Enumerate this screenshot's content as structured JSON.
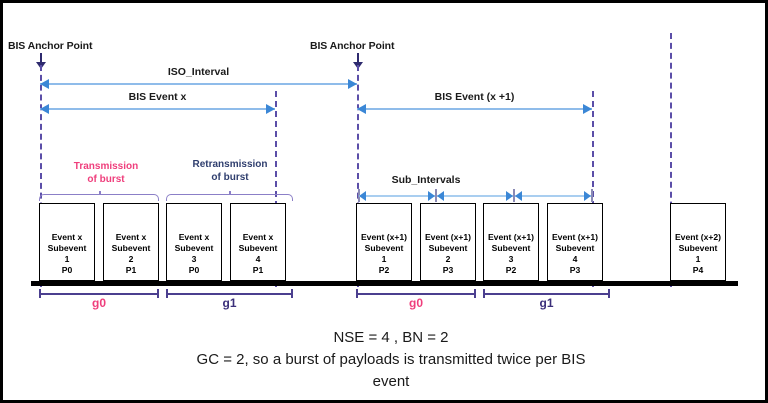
{
  "diagram": {
    "anchor_points": [
      {
        "label": "BIS Anchor Point"
      },
      {
        "label": "BIS Anchor Point"
      }
    ],
    "intervals": [
      {
        "name": "iso-interval",
        "label": "ISO_Interval"
      },
      {
        "name": "bis-event-x",
        "label": "BIS Event x"
      },
      {
        "name": "bis-event-x-plus-1",
        "label": "BIS Event (x +1)"
      },
      {
        "name": "sub-intervals",
        "label": "Sub_Intervals"
      }
    ],
    "burst_labels": [
      {
        "line1": "Transmission",
        "line2": "of burst",
        "color": "#ef3e7c"
      },
      {
        "line1": "Retransmission",
        "line2": "of burst",
        "color": "#2f3e6e"
      }
    ],
    "gaps": [
      {
        "label": "g0",
        "color": "#ef3e7c"
      },
      {
        "label": "g1",
        "color": "#3b2f7a"
      },
      {
        "label": "g0",
        "color": "#ef3e7c"
      },
      {
        "label": "g1",
        "color": "#3b2f7a"
      }
    ],
    "subevents": [
      {
        "event": "Event x",
        "subevent": "Subevent",
        "index": "1",
        "payload": "P0"
      },
      {
        "event": "Event x",
        "subevent": "Subevent",
        "index": "2",
        "payload": "P1"
      },
      {
        "event": "Event x",
        "subevent": "Subevent",
        "index": "3",
        "payload": "P0"
      },
      {
        "event": "Event x",
        "subevent": "Subevent",
        "index": "4",
        "payload": "P1"
      },
      {
        "event": "Event (x+1)",
        "subevent": "Subevent",
        "index": "1",
        "payload": "P2"
      },
      {
        "event": "Event (x+1)",
        "subevent": "Subevent",
        "index": "2",
        "payload": "P3"
      },
      {
        "event": "Event (x+1)",
        "subevent": "Subevent",
        "index": "3",
        "payload": "P2"
      },
      {
        "event": "Event (x+1)",
        "subevent": "Subevent",
        "index": "4",
        "payload": "P3"
      },
      {
        "event": "Event (x+2)",
        "subevent": "Subevent",
        "index": "1",
        "payload": "P4"
      }
    ],
    "caption": {
      "line1": "NSE = 4 , BN = 2",
      "line2": "GC   = 2, so a burst of payloads is transmitted twice per BIS",
      "line3": "event"
    },
    "colors": {
      "anchor_arrow": "#2e2a6e",
      "guide_line": "#5b4ea8",
      "measure_arrow": "#3b87d6",
      "measure_line": "#8fbcea",
      "brace": "#8b7fc7",
      "gap_bar": "#4b3f8f",
      "box_border": "#000000",
      "baseline": "#000000",
      "border": "#000000"
    }
  }
}
